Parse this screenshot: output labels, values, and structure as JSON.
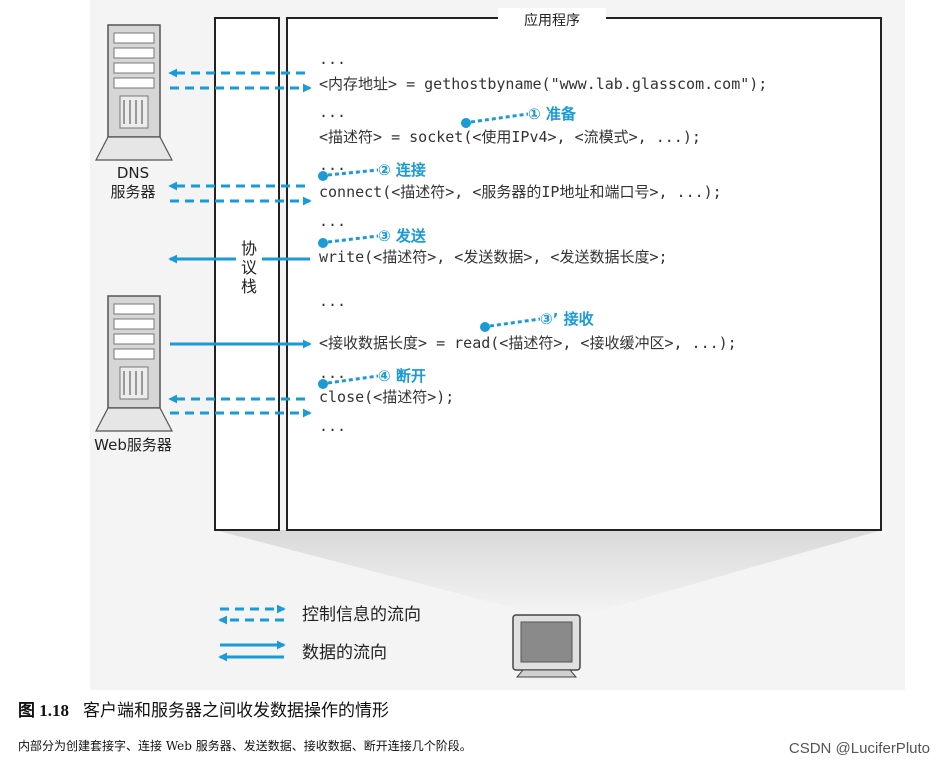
{
  "app_box": {
    "title": "应用程序"
  },
  "protocol_stack": {
    "label_chars": [
      "协",
      "议",
      "栈"
    ]
  },
  "servers": {
    "dns": {
      "label_line1": "DNS",
      "label_line2": "服务器"
    },
    "web": {
      "label": "Web服务器"
    }
  },
  "code_lines": [
    "...",
    "<内存地址> = gethostbyname(\"www.lab.glasscom.com\");",
    "...",
    "<描述符> = socket(<使用IPv4>, <流模式>, ...);",
    "...",
    "connect(<描述符>, <服务器的IP地址和端口号>, ...);",
    "...",
    "write(<描述符>, <发送数据>, <发送数据长度>;",
    "...",
    "<接收数据长度> = read(<描述符>, <接收缓冲区>, ...);",
    "...",
    "close(<描述符>);",
    "..."
  ],
  "steps": [
    {
      "label": "① 准备"
    },
    {
      "label": "② 连接"
    },
    {
      "label": "③ 发送"
    },
    {
      "label": "③’ 接收"
    },
    {
      "label": "④ 断开"
    }
  ],
  "legend": {
    "control": "控制信息的流向",
    "data": "数据的流向"
  },
  "colors": {
    "accent": "#1a9ad6",
    "code": "#333333",
    "box_bg": "#f2f2f2"
  },
  "caption": {
    "figure": "图 1.18",
    "title": "客户端和服务器之间收发数据操作的情形",
    "sub": "内部分为创建套接字、连接 Web 服务器、发送数据、接收数据、断开连接几个阶段。"
  },
  "watermark": "CSDN @LuciferPluto"
}
